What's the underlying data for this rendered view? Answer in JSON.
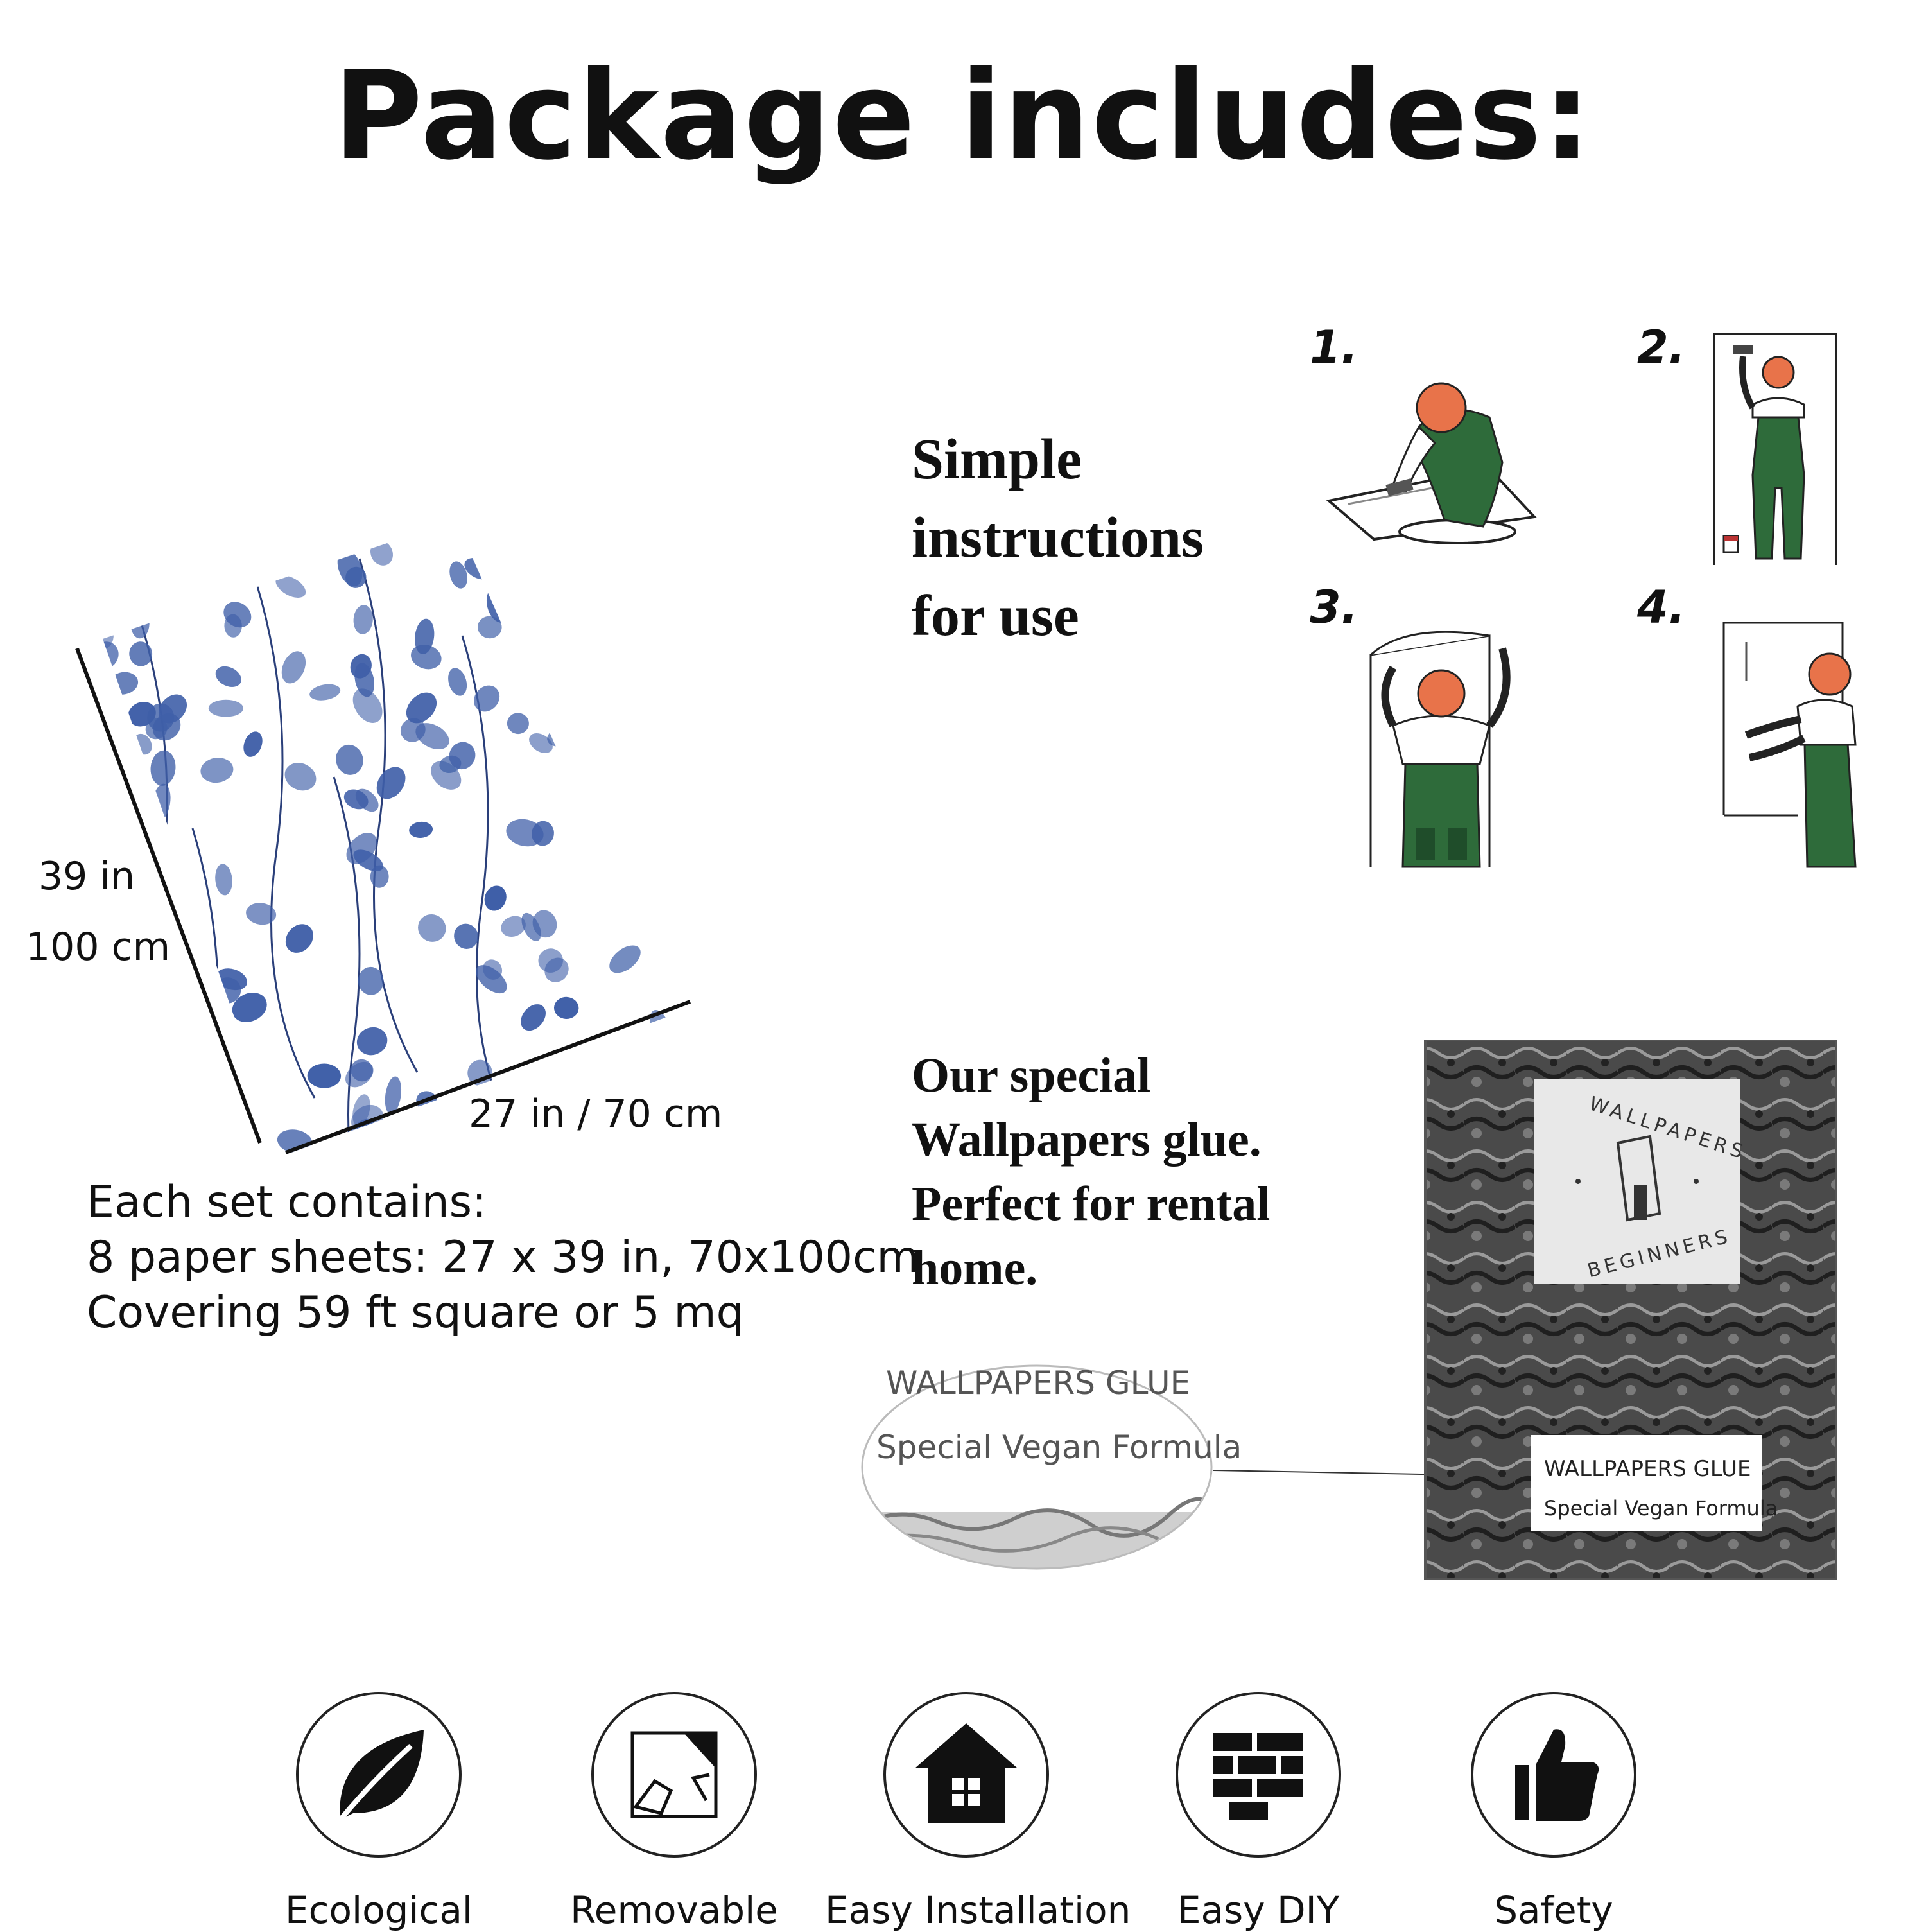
{
  "title": "Package includes:",
  "instructions": {
    "heading_lines": [
      "Simple",
      "instructions",
      "for use"
    ],
    "steps": [
      "1.",
      "2.",
      "3.",
      "4."
    ]
  },
  "sheet": {
    "height_in": "39 in",
    "height_cm": "100 cm",
    "width": "27 in / 70 cm"
  },
  "set_info": {
    "lines": [
      "Each set contains:",
      "8 paper sheets: 27 x 39 in, 70x100cm",
      "Covering 59 ft square or 5 mq"
    ]
  },
  "glue": {
    "heading_lines": [
      "Our special",
      "Wallpapers glue.",
      "Perfect for rental",
      "home."
    ],
    "box_label_title": "WALLPAPERS GLUE",
    "box_label_sub": "Special Vegan Formula",
    "zoom_title": "WALLPAPERS GLUE",
    "zoom_sub": "Special Vegan Formula",
    "logo_top": "WALLPAPERS",
    "logo_bottom": "BEGINNERS"
  },
  "features": [
    {
      "label": "Ecological",
      "icon": "leaf-icon"
    },
    {
      "label": "Removable",
      "icon": "peel-sheet-icon"
    },
    {
      "label": "Easy Installation",
      "icon": "house-icon"
    },
    {
      "label": "Easy DIY",
      "icon": "brick-wall-icon"
    },
    {
      "label": "Safety",
      "icon": "thumbs-up-icon"
    }
  ],
  "colors": {
    "leaf_blue": "#3f5fa8",
    "overall_green": "#2e6b3a",
    "hair_orange": "#e8734a",
    "glue_pack_dark": "#3a3a3a"
  }
}
